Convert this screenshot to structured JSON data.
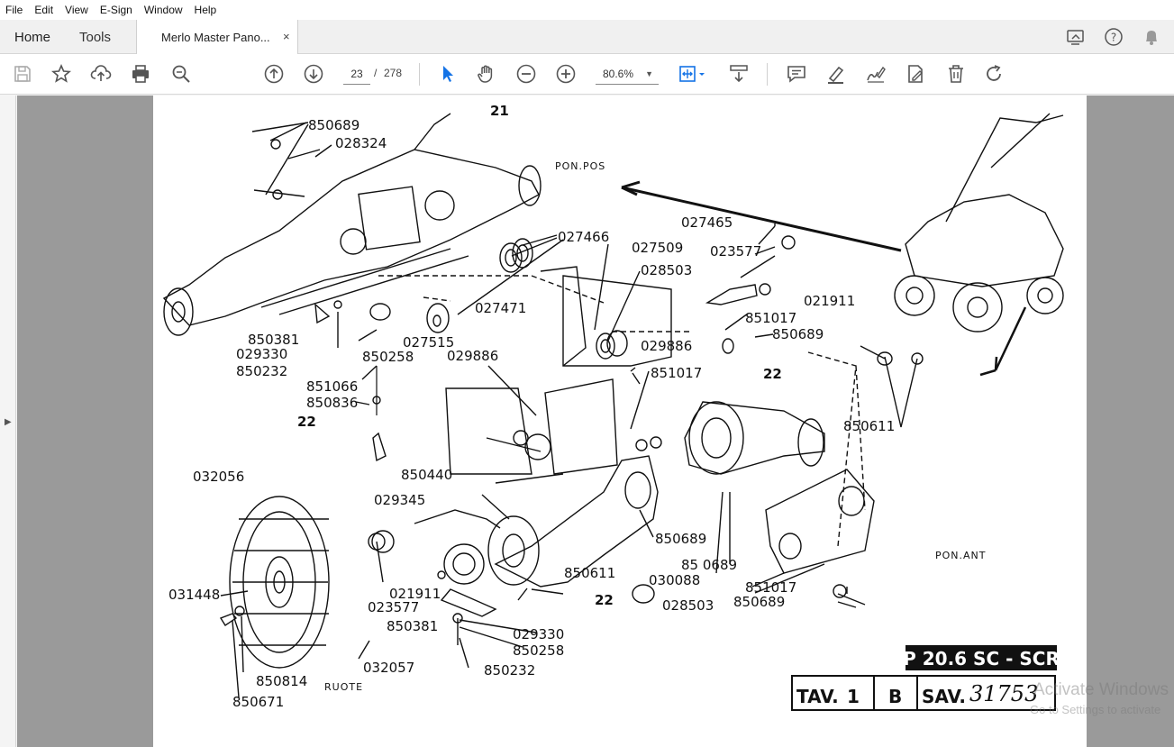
{
  "menu": [
    "File",
    "Edit",
    "View",
    "E-Sign",
    "Window",
    "Help"
  ],
  "tabs": {
    "home": "Home",
    "tools": "Tools",
    "document_title": "Merlo Master Pano...",
    "close_glyph": "×"
  },
  "toolbar": {
    "page_current": "23",
    "page_separator": "/",
    "page_total": "278",
    "zoom": "80.6%"
  },
  "icons": [
    "save-icon",
    "bookmark-star-icon",
    "upload-icon",
    "print-icon",
    "zoom-search-icon",
    "page-up-icon",
    "page-down-icon",
    "select-cursor-icon",
    "hand-icon",
    "zoom-out-icon",
    "zoom-in-icon",
    "fit-page-icon",
    "scroll-mode-icon",
    "comment-icon",
    "highlight-icon",
    "sign-icon",
    "edit-doc-icon",
    "delete-icon",
    "redo-icon",
    "share-screen-icon",
    "help-icon",
    "bell-icon"
  ],
  "drawing": {
    "part_labels": [
      "850689",
      "028324",
      "21",
      "PON.POS",
      "027466",
      "027465",
      "023577",
      "027509",
      "028503",
      "021911",
      "027471",
      "851017",
      "850689",
      "850381",
      "029330",
      "850232",
      "027515",
      "850258",
      "029886",
      "029886",
      "851017",
      "22",
      "851066",
      "850836",
      "22",
      "850611",
      "850440",
      "032056",
      "029345",
      "850689",
      "850611",
      "85 0689",
      "030088",
      "851017",
      "850689",
      "031448",
      "021911",
      "023577",
      "850381",
      "22",
      "028503",
      "029330",
      "850258",
      "850232",
      "850814",
      "032057",
      "850671",
      "RUOTE",
      "PON.ANT"
    ],
    "model_title": "P 20.6 SC - SCR",
    "table": {
      "tav_label": "TAV.",
      "tav_number": "1",
      "revision": "B",
      "sav_label": "SAV.",
      "sav_number": "31753"
    }
  },
  "watermark": {
    "line1": "Activate Windows",
    "line2": "Go to Settings to activate"
  }
}
